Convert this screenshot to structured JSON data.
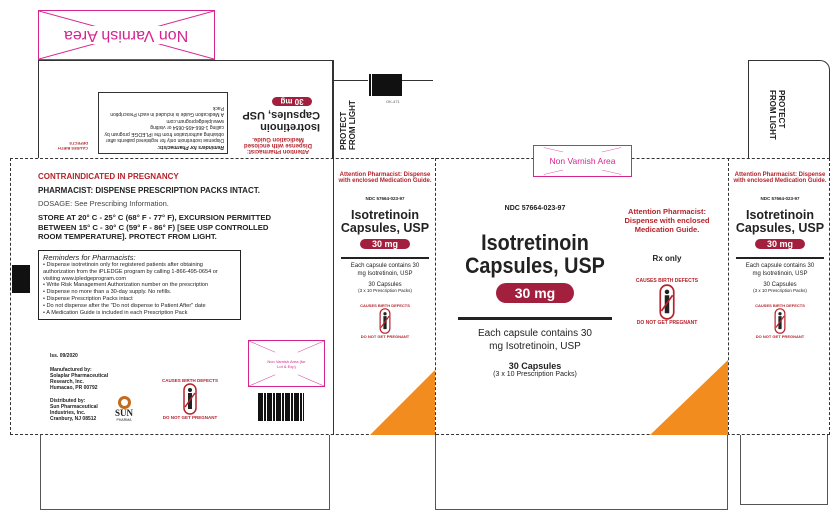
{
  "non_varnish": {
    "top_label": "Non Varnish Area",
    "front_label": "Non Varnish Area",
    "small_label": "Non Varnish Area (for Lot & Exp)"
  },
  "side_code": "GK-471",
  "back_panel": {
    "contraindicated": "CONTRAINDICATED IN PREGNANCY",
    "pharmacist": "PHARMACIST: DISPENSE PRESCRIPTION PACKS INTACT.",
    "dosage": "DOSAGE: See Prescribing Information.",
    "storage": "STORE AT 20° C - 25° C (68° F - 77° F), EXCURSION PERMITTED BETWEEN 15° C - 30° C (59° F - 86° F) [SEE USP CONTROLLED ROOM TEMPERATURE]. PROTECT FROM LIGHT.",
    "reminders_title": "Reminders for Pharmacists:",
    "reminders": [
      "Dispense isotretinoin only for registered patients after obtaining authorization from the iPLEDGE program by calling 1-866-495-0654 or visiting www.ipledgeprogram.com",
      "Write Risk Management Authorization number on the prescription",
      "Dispense no more than a 30-day supply. No refills.",
      "Dispense Prescription Packs intact",
      "Do not dispense after the \"Do not dispense to Patient After\" date",
      "A Medication Guide is included in each Prescription Pack"
    ],
    "iss": "Iss. 09/2020",
    "manufactured": "Manufactured by:\nSolaplar Pharmaceutical\nResearch, Inc.\nHumacao, PR 00792",
    "distributed": "Distributed by:\nSun Pharmaceutical\nIndustries, Inc.\nCranbury, NJ 08512",
    "logo_name": "SUN",
    "logo_sub": "PHARMA"
  },
  "warning": {
    "top": "CAUSES BIRTH DEFECTS",
    "bottom": "DO NOT GET PREGNANT"
  },
  "protect": "PROTECT FROM LIGHT",
  "product": {
    "attention": "Attention Pharmacist: Dispense with enclosed Medication Guide.",
    "ndc": "NDC 57664-023-97",
    "name1": "Isotretinoin",
    "name2": "Capsules, USP",
    "strength": "30 mg",
    "each": "Each capsule contains 30 mg Isotretinoin, USP",
    "count": "30 Capsules",
    "packs": "(3 x 10 Prescription Packs)",
    "rx": "Rx only"
  },
  "colors": {
    "brand": "#a2203d",
    "warning": "#b5232b",
    "varnish": "#d6248f",
    "accent": "#f28c1e"
  }
}
